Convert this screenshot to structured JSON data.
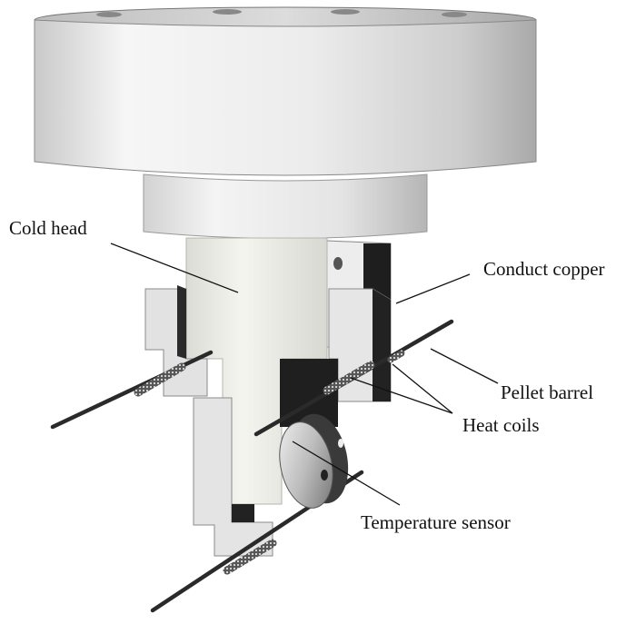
{
  "labels": {
    "cold_head": "Cold head",
    "conduct_copper": "Conduct copper",
    "pellet_barrel": "Pellet barrel",
    "heat_coils": "Heat coils",
    "temperature_sensor": "Temperature sensor"
  },
  "colors": {
    "flange_light": "#f4f4f4",
    "flange_mid": "#cfcfcf",
    "flange_dark": "#9a9a9a",
    "block_light": "#e6e6e6",
    "block_dark": "#202020",
    "rod": "#2a2a2a",
    "label_text": "#111111"
  }
}
